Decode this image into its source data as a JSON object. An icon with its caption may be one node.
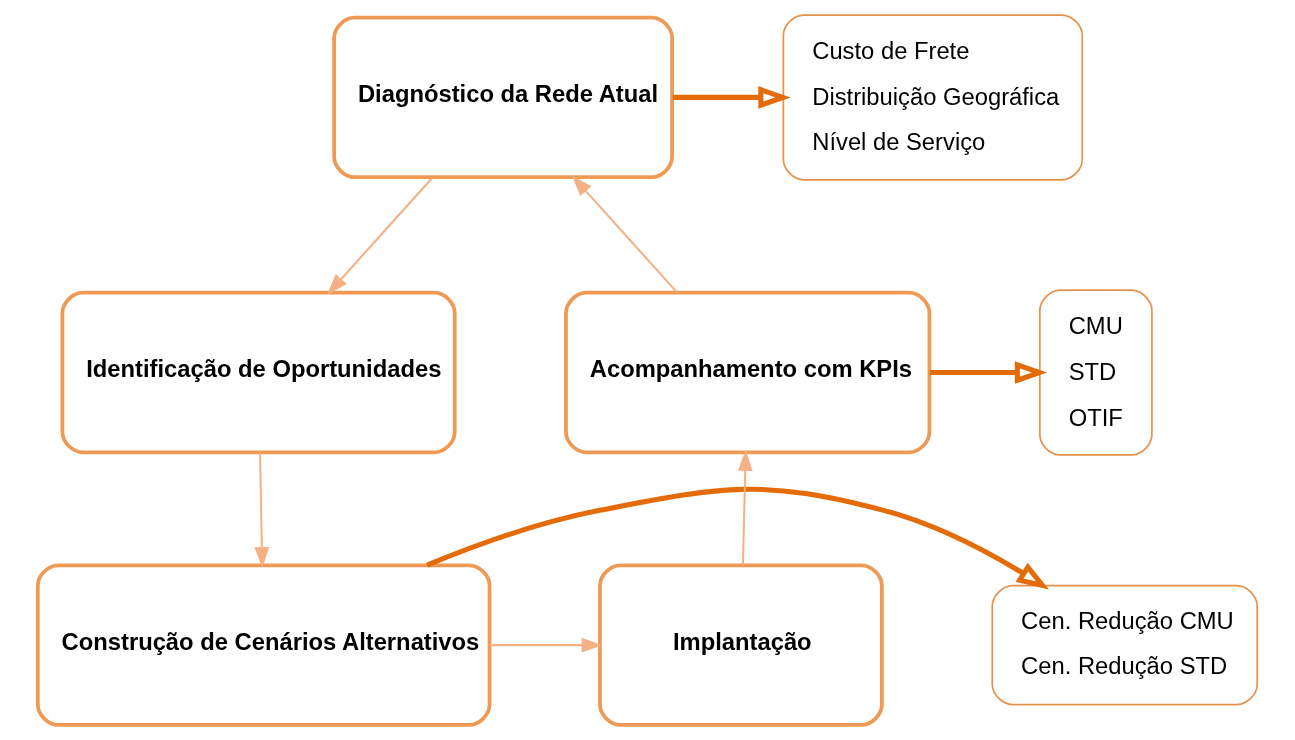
{
  "diagram": {
    "nodes": [
      {
        "text": [
          "Diagnóstico da Rede Atual"
        ]
      },
      {
        "text": [
          "Custo de Frete",
          "Distribuição Geográfica",
          "Nível de Serviço"
        ]
      },
      {
        "text": [
          "CMU",
          "STD",
          "OTIF"
        ]
      },
      {
        "text": [
          "Acompanhamento com KPIs"
        ]
      },
      {
        "text": [
          "Identificação de Oportunidades"
        ]
      },
      {
        "text": [
          "Construção de Cenários Alternativos"
        ]
      },
      {
        "text": [
          "Cen. Redução CMU",
          "Cen. Redução STD"
        ]
      },
      {
        "text": [
          "Implantação"
        ]
      }
    ],
    "edges": [
      {
        "from": 0,
        "to": 4,
        "arrow": "to"
      },
      {
        "from": 4,
        "to": 5,
        "arrow": "to"
      },
      {
        "from": 5,
        "to": 7,
        "arrow": "to"
      },
      {
        "from": 7,
        "to": 3,
        "arrow": "to"
      },
      {
        "from": 3,
        "to": 0,
        "arrow": "to"
      },
      {
        "from": 0,
        "to": 1,
        "arrow": "to",
        "style": "thick",
        "color": "#e36c09"
      },
      {
        "from": 3,
        "to": 2,
        "arrow": "to",
        "style": "thick",
        "color": "#e36c09"
      },
      {
        "from": 5,
        "to": 6,
        "arrow": "to",
        "style": "thick",
        "color": "#e36c09"
      }
    ]
  }
}
